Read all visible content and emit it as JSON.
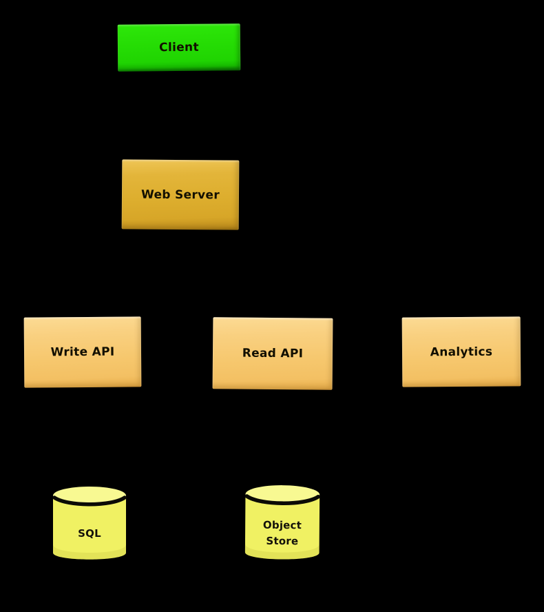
{
  "diagram": {
    "background_color": "#000000",
    "text_color": "#14120a",
    "style": "hand-drawn architecture sketch",
    "nodes": {
      "client": {
        "label": "Client",
        "shape": "rectangle",
        "fill": "#23DB04"
      },
      "web_server": {
        "label": "Web Server",
        "shape": "rectangle",
        "fill": "#DDAE2E"
      },
      "write_api": {
        "label": "Write API",
        "shape": "rectangle",
        "fill": "#F6C76D"
      },
      "read_api": {
        "label": "Read API",
        "shape": "rectangle",
        "fill": "#F6C76D"
      },
      "analytics": {
        "label": "Analytics",
        "shape": "rectangle",
        "fill": "#F6C76D"
      },
      "sql": {
        "label": "SQL",
        "shape": "database-cylinder",
        "fill": "#F0F163"
      },
      "object_store": {
        "label": "Object Store",
        "shape": "database-cylinder",
        "fill": "#F0F163"
      }
    }
  }
}
